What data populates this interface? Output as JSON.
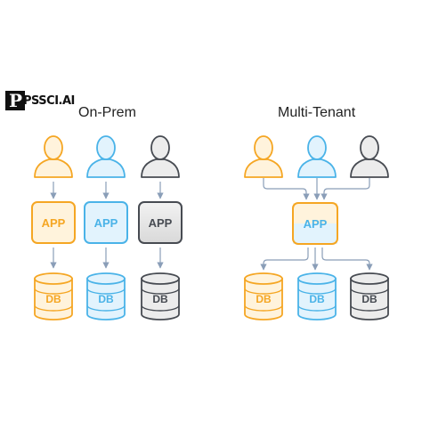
{
  "logo": {
    "text": "PSSCI.AI"
  },
  "colors": {
    "orange": "#f5a623",
    "blue": "#4ab3e8",
    "gray": "#474b52",
    "arrow": "#8a9eb8"
  },
  "on_prem": {
    "title": "On-Prem",
    "columns": [
      {
        "color": "orange",
        "app_label": "APP",
        "db_label": "DB"
      },
      {
        "color": "blue",
        "app_label": "APP",
        "db_label": "DB"
      },
      {
        "color": "gray",
        "app_label": "APP",
        "db_label": "DB"
      }
    ]
  },
  "multi_tenant": {
    "title": "Multi-Tenant",
    "users": [
      "orange",
      "blue",
      "gray"
    ],
    "app_label": "APP",
    "databases": [
      {
        "color": "orange",
        "label": "DB"
      },
      {
        "color": "blue",
        "label": "DB"
      },
      {
        "color": "gray",
        "label": "DB"
      }
    ]
  }
}
